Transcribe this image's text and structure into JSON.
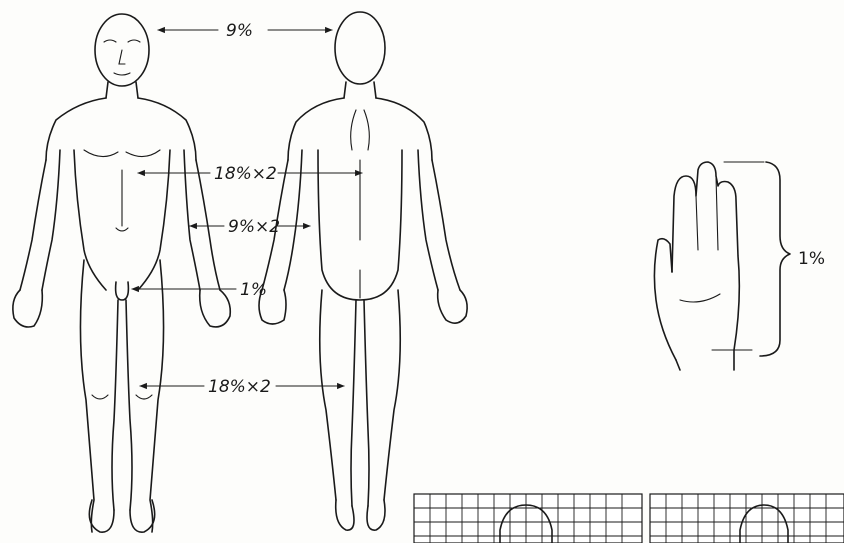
{
  "labels": {
    "head": "9%",
    "trunk": "18%×2",
    "arms": "9%×2",
    "perineum": "1%",
    "legs": "18%×2",
    "palm": "1%"
  },
  "colors": {
    "ink": "#1a1a1a",
    "paper": "#fdfdfb"
  }
}
